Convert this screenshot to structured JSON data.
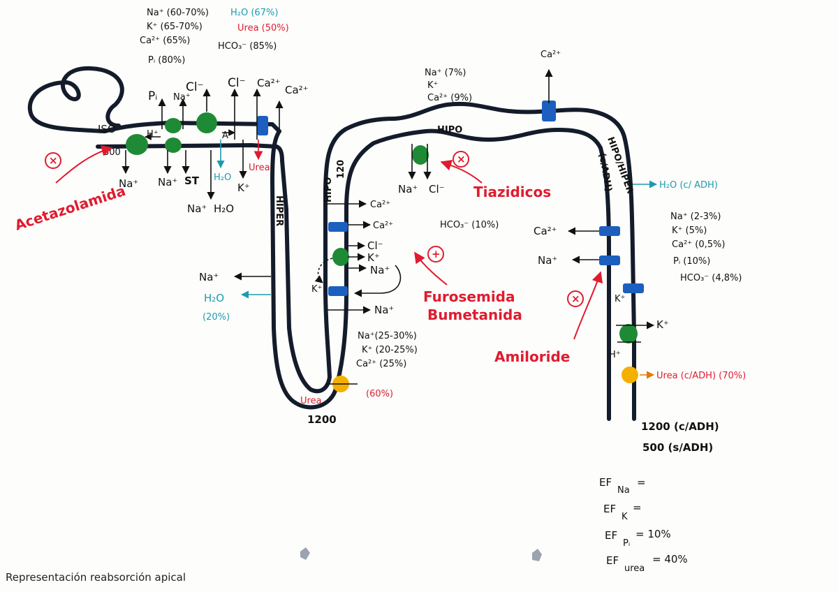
{
  "caption": "Representación reabsorción apical",
  "colors": {
    "tubule": "#141c2b",
    "channel_blue": "#1c5fbf",
    "transporter_green": "#1f8a35",
    "urea_orange": "#f4b000",
    "drug_red": "#e01b2f",
    "water_teal": "#1c9bb0"
  },
  "proximal": {
    "pct_lines": [
      {
        "ion": "Na⁺ (60-70%)",
        "extra": "H₂O (67%)"
      },
      {
        "ion": "K⁺ (65-70%)",
        "extra": "Urea (50%)"
      },
      {
        "ion": "Ca²⁺ (65%)",
        "extra": "HCO₃⁻ (85%)"
      },
      {
        "ion": "Pᵢ (80%)",
        "extra": ""
      }
    ],
    "iso": "ISO",
    "osm": "300",
    "top_labels": [
      "Pᵢ",
      "Na⁺",
      "Cl⁻",
      "Cl⁻",
      "Ca²⁺",
      "Ca²⁺"
    ],
    "bottom_labels": [
      "Na⁺",
      "Na⁺",
      "ST",
      "Na⁺",
      "H₂O",
      "K⁺",
      "Urea"
    ],
    "h_plus": "H⁺",
    "a_minus": "A⁻",
    "h2o": "H₂O"
  },
  "descending": {
    "label": "HIPER",
    "na": "Na⁺",
    "h2o": "H₂O",
    "h2o_pct": "(20%)",
    "urea": "Urea",
    "osm": "1200"
  },
  "ascending": {
    "label": "HIPO",
    "osm": "120",
    "ca_top": "Ca²⁺",
    "ca_mid": "Ca²⁺",
    "cl": "Cl⁻",
    "k": "K⁺",
    "na": "Na⁺",
    "k_side": "K⁺",
    "na_bottom": "Na⁺",
    "pct": [
      "Na⁺(25-30%)",
      "K⁺ (20-25%)",
      "Ca²⁺ (25%)"
    ],
    "urea_pct": "(60%)"
  },
  "distal": {
    "label": "HIPO",
    "pct": [
      "Na⁺ (7%)",
      "K⁺",
      "Ca²⁺ (9%)"
    ],
    "na": "Na⁺",
    "cl": "Cl⁻",
    "hco3": "HCO₃⁻ (10%)",
    "ca_top": "Ca²⁺"
  },
  "collecting": {
    "label_main": "HIPO/HIPER",
    "label_adh": "(c/ADH)",
    "h2o": "H₂O (c/ ADH)",
    "pct": [
      "Na⁺ (2-3%)",
      "K⁺ (5%)",
      "Ca²⁺ (0,5%)",
      "Pᵢ (10%)",
      "HCO₃⁻ (4,8%)"
    ],
    "ca": "Ca²⁺",
    "na": "Na⁺",
    "k_side": "K⁺",
    "k_out": "K⁺",
    "h_plus": "H⁺",
    "urea": "Urea (c/ADH) (70%)",
    "osm_1": "1200 (c/ADH)",
    "osm_2": "500 (s/ADH)"
  },
  "drugs": {
    "acetazolamide": "Acetazolamida",
    "thiazides": "Tiazidicos",
    "loop_1": "Furosemida",
    "loop_2": "Bumetanida",
    "amiloride": "Amiloride",
    "inhibit": "×",
    "stimulate": "+"
  },
  "fractional_excretion": [
    {
      "label": "EF",
      "sub": "Na",
      "value": "="
    },
    {
      "label": "EF",
      "sub": "K",
      "value": "="
    },
    {
      "label": "EF",
      "sub": "Pᵢ",
      "value": "= 10%"
    },
    {
      "label": "EF",
      "sub": "urea",
      "value": "= 40%"
    }
  ]
}
